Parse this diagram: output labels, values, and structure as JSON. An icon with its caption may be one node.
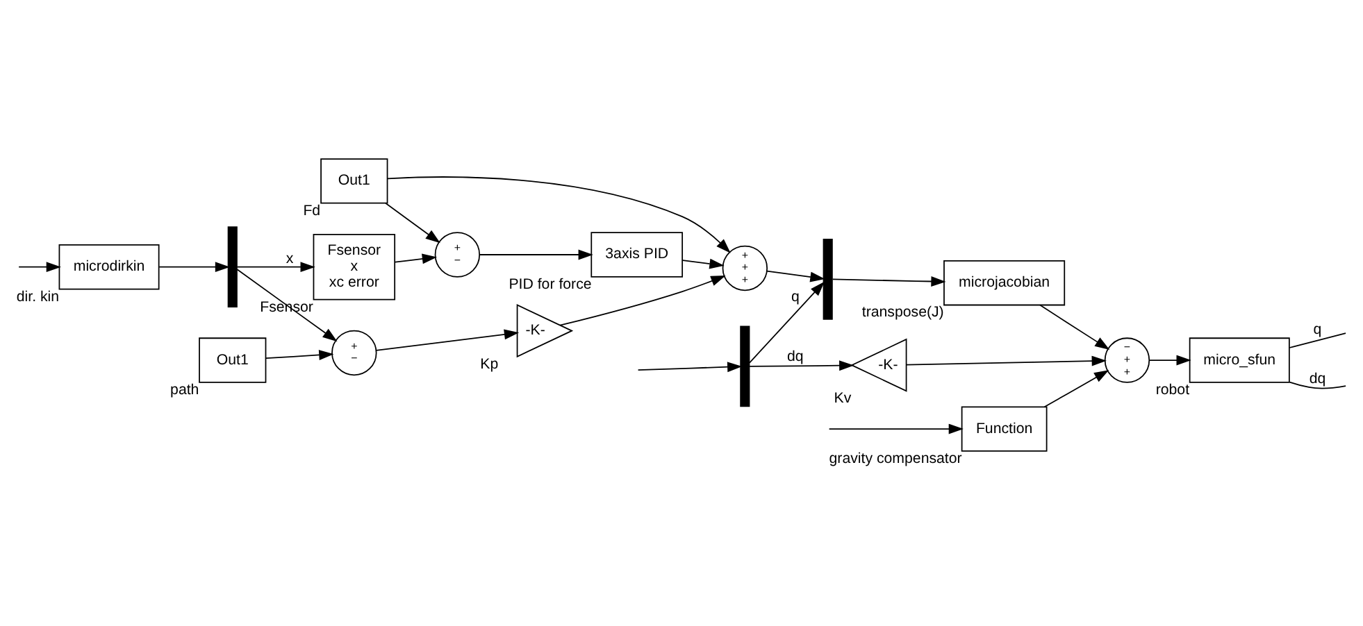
{
  "diagram": {
    "nodes": [
      {
        "text": [
          "Out1"
        ],
        "beside": [
          "Fd"
        ]
      },
      {
        "text": [
          "Fsensor",
          "x",
          "xc error"
        ],
        "beside": [
          "Fsensor"
        ]
      },
      {
        "text": [
          "+",
          "−"
        ]
      },
      {
        "text": [
          "3axis PID"
        ],
        "beside": [
          "PID for force"
        ]
      },
      {
        "text": [
          "+",
          "+",
          "+"
        ]
      },
      {
        "text": [
          "Out1"
        ],
        "beside": [
          "path"
        ]
      },
      {
        "text": [
          "+",
          "−"
        ]
      },
      {
        "text": [
          "-K-"
        ],
        "beside": [
          "Kp"
        ]
      },
      {
        "text": [],
        "shape": "bar"
      },
      {
        "text": [
          "microjacobian"
        ],
        "beside": [
          "transpose(J)"
        ]
      },
      {
        "text": [
          "−",
          "+",
          "+"
        ]
      },
      {
        "text": [
          "micro_sfun"
        ],
        "beside": [
          "robot"
        ]
      },
      {
        "text": [],
        "shape": "bar"
      },
      {
        "text": [
          "-K-"
        ],
        "beside": [
          "Kv"
        ]
      },
      {
        "text": [
          "Function"
        ],
        "beside": [
          "gravity compensator"
        ]
      },
      {
        "text": [],
        "shape": "bar"
      },
      {
        "text": [
          "microdirkin"
        ],
        "beside": [
          "dir. kin"
        ]
      }
    ],
    "edges": [
      {
        "from": 0,
        "to": 2,
        "arrow": "to"
      },
      {
        "from": 0,
        "to": 4,
        "arrow": "to"
      },
      {
        "from": 1,
        "to": 2,
        "arrow": "to"
      },
      {
        "from": 2,
        "to": 3,
        "arrow": "to"
      },
      {
        "from": 3,
        "to": 4,
        "arrow": "to"
      },
      {
        "from": 5,
        "to": 6,
        "arrow": "to"
      },
      {
        "from": 6,
        "to": 7,
        "arrow": "to"
      },
      {
        "from": 7,
        "to": 4,
        "arrow": "to"
      },
      {
        "from": 15,
        "to": 1,
        "label": "x",
        "arrow": "to"
      },
      {
        "from": 15,
        "to": 6,
        "arrow": "to"
      },
      {
        "from": 4,
        "to": 8,
        "arrow": "to"
      },
      {
        "from": 12,
        "to": 8,
        "label": "q",
        "arrow": "to"
      },
      {
        "from": 8,
        "to": 9,
        "arrow": "to"
      },
      {
        "from": 9,
        "to": 10,
        "arrow": "to"
      },
      {
        "from": 12,
        "to": 13,
        "label": "dq",
        "arrow": "to"
      },
      {
        "from": 13,
        "to": 10,
        "arrow": "to"
      },
      {
        "from": 14,
        "to": 10,
        "arrow": "to"
      },
      {
        "from": 10,
        "to": 11,
        "arrow": "to"
      },
      {
        "from": 11,
        "to": null,
        "label": "q",
        "arrow": "none"
      },
      {
        "from": 11,
        "to": null,
        "label": "dq",
        "arrow": "none"
      },
      {
        "from": null,
        "to": 12,
        "arrow": "to"
      },
      {
        "from": null,
        "to": 14,
        "arrow": "to"
      },
      {
        "from": null,
        "to": 16,
        "arrow": "to"
      },
      {
        "from": 16,
        "to": 15,
        "arrow": "to"
      }
    ]
  }
}
